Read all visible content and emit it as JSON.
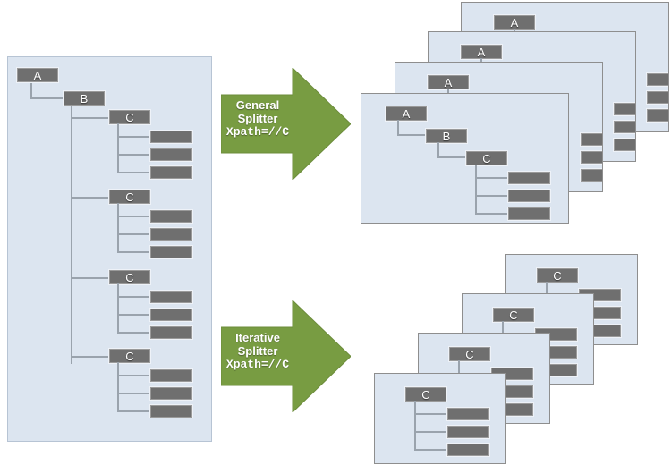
{
  "diagram": {
    "title": "XML splitter comparison diagram",
    "colors": {
      "panel_fill": "#dce5f0",
      "panel_border": "#b7c4d4",
      "card_border": "#8e8e8e",
      "node_fill": "#6f6f6f",
      "node_border": "#9a9a9a",
      "line": "#9aa3ad",
      "arrow_green": "#789c42",
      "node_text": "#ffffff",
      "background": "#ffffff"
    }
  },
  "source_tree": {
    "name": "source-xml-tree",
    "root_label": "A",
    "second_label": "B",
    "repeated_label": "C",
    "c_node_count": 4,
    "leaves_per_c": 3,
    "leaf_label": ""
  },
  "arrows": [
    {
      "name": "general-splitter-arrow",
      "line1": "General",
      "line2": "Splitter",
      "line3": "Xpath=//C",
      "color": "#789c42"
    },
    {
      "name": "iterative-splitter-arrow",
      "line1": "Iterative",
      "line2": "Splitter",
      "line3": "Xpath=//C",
      "color": "#789c42"
    }
  ],
  "general_output": {
    "name": "general-splitter-output",
    "card_count": 4,
    "front_card": {
      "nodes": [
        "A",
        "B",
        "C"
      ],
      "leaf_count": 3
    },
    "back_card_label": "A"
  },
  "iterative_output": {
    "name": "iterative-splitter-output",
    "card_count": 4,
    "front_card": {
      "nodes": [
        "C"
      ],
      "leaf_count": 3
    },
    "back_card_label": "C"
  }
}
